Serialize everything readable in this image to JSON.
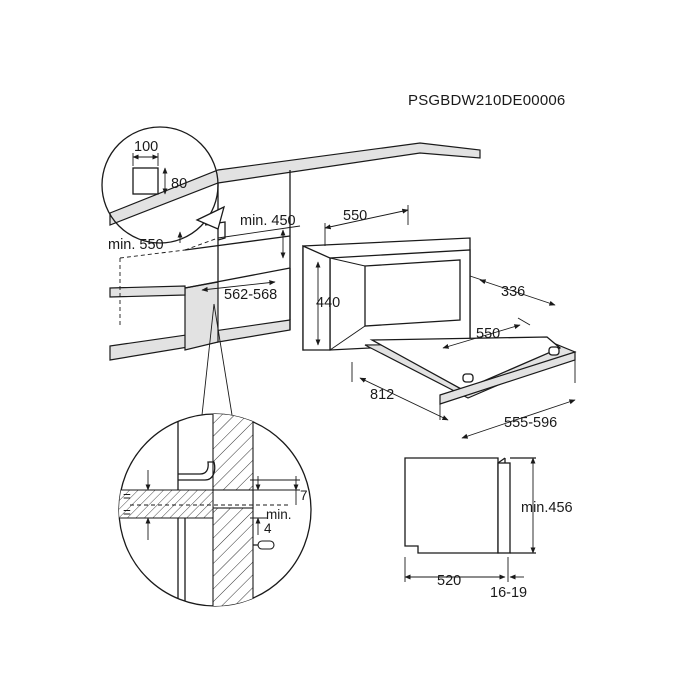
{
  "drawing_code": "PSGBDW210DE00006",
  "labels": {
    "vent_width": "100",
    "vent_height": "80",
    "min_450": "min. 450",
    "min_550": "min. 550",
    "width_550_top": "550",
    "niche_562_568": "562-568",
    "height_440": "440",
    "depth_336": "336",
    "width_550_inner": "550",
    "diag_812": "812",
    "depth_555_596": "555-596",
    "side_520": "520",
    "side_16_19": "16-19",
    "side_min_456": "min.456",
    "detail_7": "7",
    "detail_min": "min.",
    "detail_4": "4",
    "detail_eq1": "=",
    "detail_eq2": "="
  }
}
